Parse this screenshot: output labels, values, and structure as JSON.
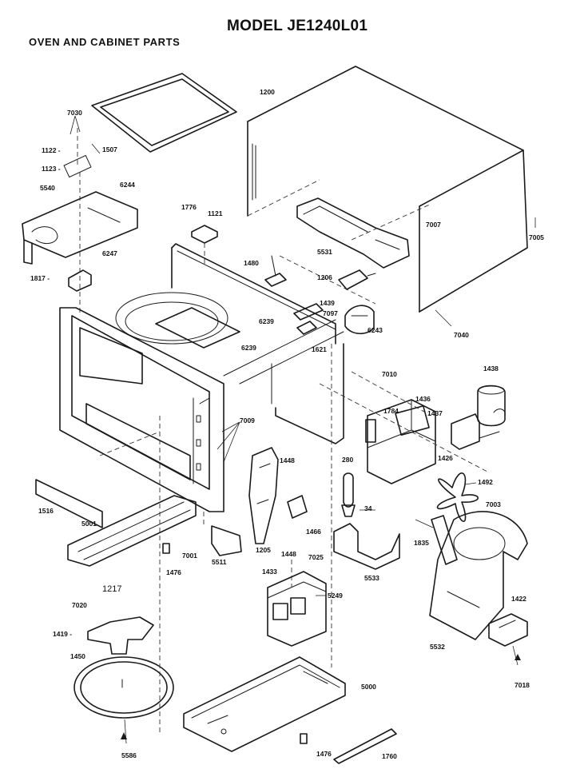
{
  "header": {
    "title": "MODEL JE1240L01",
    "subtitle": "OVEN AND CABINET  PARTS"
  },
  "labels": {
    "p1200": "1200",
    "p7030": "7030",
    "p1507": "1507",
    "p1122": "1122 -",
    "p1123": "1123 -",
    "p6244": "6244",
    "p5540": "5540",
    "p1776": "1776",
    "p1121": "1121",
    "p7007": "7007",
    "p7005": "7005",
    "p6247": "6247",
    "p1817": "1817 -",
    "p1480": "1480",
    "p5531": "5531",
    "p1206": "1206",
    "p1439": "1439",
    "p7097": "7097",
    "p6239a": "6239",
    "p6239b": "6239",
    "p1621": "1621",
    "p6243": "6243",
    "p7040": "7040",
    "p7010": "7010",
    "p1438": "1438",
    "p1436": "1436",
    "p1784": "1784",
    "p1437": "1437",
    "p1426": "1426",
    "p7009": "7009",
    "p1448a": "1448",
    "p280": "280",
    "p1492": "1492",
    "p7003": "7003",
    "p34": "34",
    "p1516": "1516",
    "p5001": "5001",
    "p1466": "1466",
    "p1205": "1205",
    "p1448b": "1448",
    "p1835": "1835",
    "p7001": "7001",
    "p1476a": "1476",
    "p5511": "5511",
    "p7025": "7025",
    "p5533": "5533",
    "p1217": "1217",
    "p7020": "7020",
    "p1433": "1433",
    "p5249": "5249",
    "p1422": "1422",
    "p1419": "1419 -",
    "p5532": "5532",
    "p1450": "1450",
    "p5000": "5000",
    "p7018": "7018",
    "p5586": "5586",
    "p1476b": "1476",
    "p1760": "1760"
  }
}
